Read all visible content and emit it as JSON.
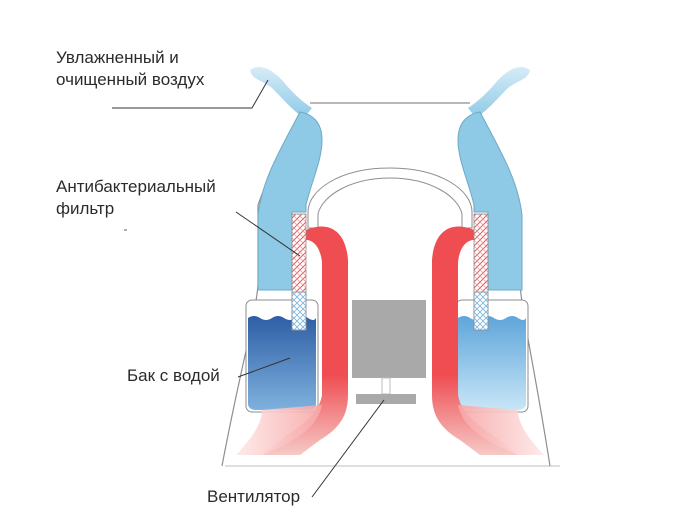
{
  "labels": {
    "air_line1": "Увлажненный и",
    "air_line2": "очищенный воздух",
    "filter_line1": "Антибактериальный",
    "filter_line2": "фильтр",
    "tank": "Бак с водой",
    "fan": "Вентилятор"
  },
  "colors": {
    "air_blue": "#8ec9e6",
    "air_outline": "#6fa9c4",
    "heat_red": "#ef4d52",
    "heat_red_light": "#f6b7b4",
    "water_dark": "#3f6fb3",
    "water_light": "#a9d4ee",
    "fan_gray": "#a9a9a9",
    "outline_gray": "#8e8e8e"
  }
}
